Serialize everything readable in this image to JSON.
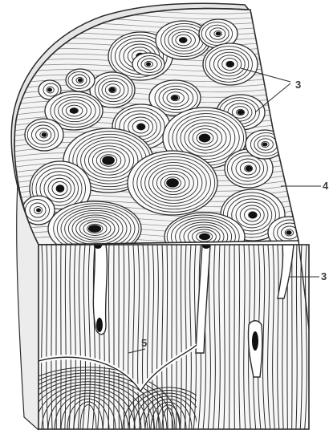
{
  "labels": {
    "osteons_top": "3",
    "lamella_layer": "4",
    "osteon_side": "3",
    "canal": "5"
  },
  "colors": {
    "background": "#ffffff",
    "ink": "#2b2b2b",
    "shade": "#d8d8d8",
    "label": "#3a3a3a"
  }
}
